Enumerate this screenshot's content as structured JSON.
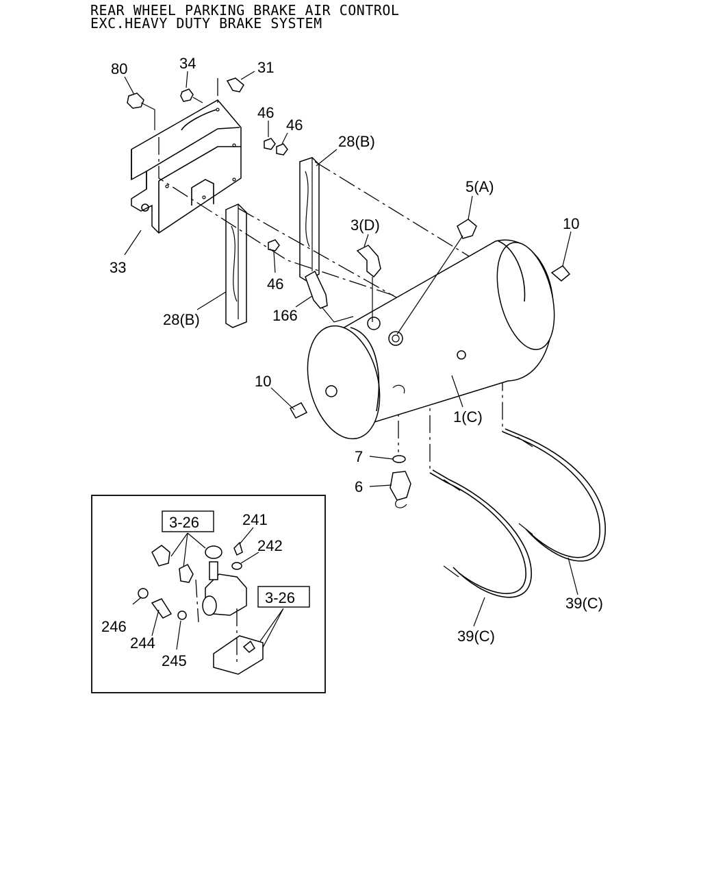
{
  "title": {
    "line1": "REAR WHEEL PARKING BRAKE AIR CONTROL",
    "line2": "EXC.HEAVY DUTY BRAKE SYSTEM"
  },
  "callouts": {
    "p80": "80",
    "p34": "34",
    "p31": "31",
    "p46a": "46",
    "p46b": "46",
    "p28b_top": "28(B)",
    "p5a": "5(A)",
    "p10_right": "10",
    "p3d": "3(D)",
    "p33": "33",
    "p46c": "46",
    "p166": "166",
    "p28b_left": "28(B)",
    "p10_left": "10",
    "p1c": "1(C)",
    "p7": "7",
    "p6": "6",
    "p39c_right": "39(C)",
    "p39c_left": "39(C)"
  },
  "inset": {
    "ref1": "3-26",
    "ref2": "3-26",
    "p241": "241",
    "p242": "242",
    "p246": "246",
    "p244": "244",
    "p245": "245"
  }
}
